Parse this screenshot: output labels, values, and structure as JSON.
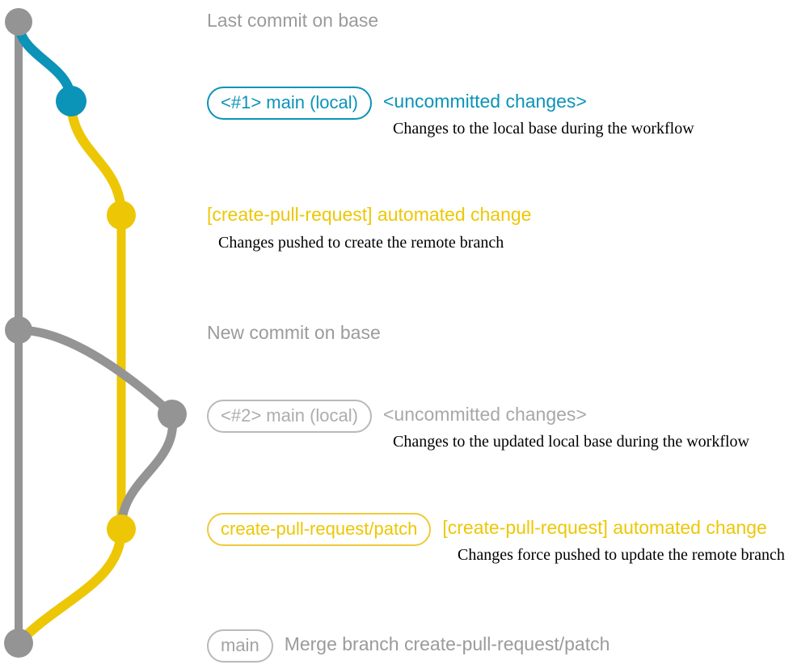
{
  "diagram": {
    "title": "git branch graph — create-pull-request workflow",
    "colors": {
      "base_gray": "#949494",
      "local_blue": "#0b93b8",
      "remote_yellow": "#edc706",
      "pill_gray": "#b9b9b9",
      "caption_black": "#000000"
    },
    "lanes": {
      "base": "gray",
      "local": "blue",
      "patch": "yellow"
    }
  },
  "entries": [
    {
      "id": "last-commit-on-base",
      "pill": null,
      "subject": "Last commit on base",
      "subject_color": "gray",
      "caption": null,
      "node_color": "gray"
    },
    {
      "id": "local-commit-1",
      "pill": "<#1> main (local)",
      "subject": "<uncommitted changes>",
      "subject_color": "blue",
      "caption": "Changes to the local base during the workflow",
      "node_color": "blue"
    },
    {
      "id": "automated-change-1",
      "pill": null,
      "subject": "[create-pull-request] automated change",
      "subject_color": "yellow",
      "caption": "Changes pushed to create the remote branch",
      "node_color": "yellow"
    },
    {
      "id": "new-commit-on-base",
      "pill": null,
      "subject": "New commit on base",
      "subject_color": "gray",
      "caption": null,
      "node_color": "gray"
    },
    {
      "id": "local-commit-2",
      "pill": "<#2> main (local)",
      "subject": "<uncommitted changes>",
      "subject_color": "gray",
      "caption": "Changes to the updated local base during the workflow",
      "node_color": "gray"
    },
    {
      "id": "automated-change-2",
      "pill": "create-pull-request/patch",
      "subject": "[create-pull-request] automated change",
      "subject_color": "yellow",
      "caption": "Changes force pushed to update the remote branch",
      "node_color": "yellow"
    },
    {
      "id": "merge-commit",
      "pill": "main",
      "subject": "Merge branch create-pull-request/patch",
      "subject_color": "gray",
      "caption": null,
      "node_color": "gray"
    }
  ]
}
